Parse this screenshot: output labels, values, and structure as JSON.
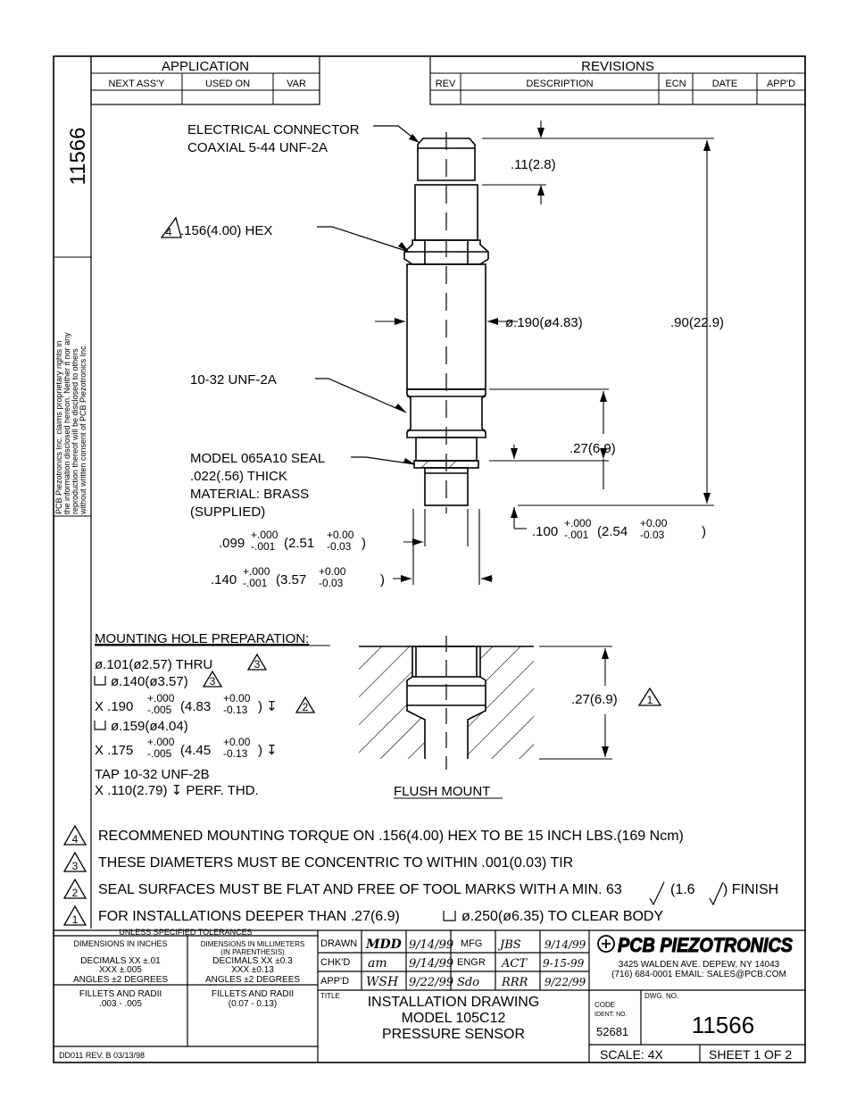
{
  "application": {
    "title": "APPLICATION",
    "columns": [
      "NEXT ASS'Y",
      "USED ON",
      "VAR"
    ]
  },
  "revisions": {
    "title": "REVISIONS",
    "columns": [
      "REV",
      "DESCRIPTION",
      "ECN",
      "DATE",
      "APP'D"
    ]
  },
  "side": {
    "dwg_number": "11566",
    "proprietary": [
      "PCB Piezotronics Inc. claims proprietary rights in",
      "the information disclosed hereon. Neither it nor any",
      "reproduction thereof will be disclosed to others",
      "without written consent of PCB Piezotronics Inc."
    ]
  },
  "callouts": {
    "connector_line1": "ELECTRICAL  CONNECTOR",
    "connector_line2": "COAXIAL  5-44  UNF-2A",
    "hex_flag": "4",
    "hex": ".156(4.00)  HEX",
    "thread": "10-32  UNF-2A",
    "seal_line1": "MODEL  065A10  SEAL",
    "seal_line2": ".022(.56)  THICK",
    "seal_line3": "MATERIAL:  BRASS",
    "seal_line4": "(SUPPLIED)"
  },
  "dims": {
    "connector_len": ".11(2.8)",
    "diameter": "ø.190(ø4.83)",
    "overall": ".90(22.9)",
    "thread_len": ".27(6.9)",
    "d099_main": ".099",
    "d099_tol_plus": "+.000",
    "d099_tol_minus": "-.001",
    "d099_mm": "(2.51",
    "d099_mm_plus": "+0.00",
    "d099_mm_minus": "-0.03",
    "d100_main": ".100",
    "d100_tol_plus": "+.000",
    "d100_tol_minus": "-.001",
    "d100_mm": "(2.54",
    "d100_mm_plus": "+0.00",
    "d100_mm_minus": "-0.03",
    "d140_main": ".140",
    "d140_tol_plus": "+.000",
    "d140_tol_minus": "-.001",
    "d140_mm": "(3.57",
    "d140_mm_plus": "+0.00",
    "d140_mm_minus": "-0.03",
    "close_paren": ")"
  },
  "mounting": {
    "title": "MOUNTING  HOLE  PREPARATION:",
    "line1": "ø.101(ø2.57)  THRU",
    "line2": "ø.140(ø3.57)",
    "line3_x": "X  .190",
    "line3_plus": "+.000",
    "line3_minus": "-.005",
    "line3_mm": "(4.83",
    "line3_mm_plus": "+0.00",
    "line3_mm_minus": "-0.13",
    "line3_end": ")  ↧",
    "line4": "ø.159(ø4.04)",
    "line5_x": "X  .175",
    "line5_plus": "+.000",
    "line5_minus": "-.005",
    "line5_mm": "(4.45",
    "line5_mm_plus": "+0.00",
    "line5_mm_minus": "-0.13",
    "line5_end": ")  ↧",
    "line6": "TAP  10-32  UNF-2B",
    "line7": "X  .110(2.79)  ↧  PERF.  THD.",
    "flag3": "3",
    "flag2": "2",
    "flush_label": "FLUSH  MOUNT",
    "flush_dim": ".27(6.9)",
    "flag1": "1"
  },
  "notes": [
    {
      "flag": "4",
      "text": "RECOMMENED  MOUNTING  TORQUE  ON  .156(4.00)  HEX  TO  BE  15  INCH  LBS.(169  Ncm)"
    },
    {
      "flag": "3",
      "text": "THESE  DIAMETERS  MUST  BE  CONCENTRIC  TO  WITHIN  .001(0.03)  TIR"
    },
    {
      "flag": "2",
      "text": "SEAL  SURFACES  MUST  BE  FLAT  AND  FREE  OF  TOOL  MARKS  WITH  A  MIN.  63",
      "extra": "(1.6",
      "end": ")  FINISH"
    },
    {
      "flag": "1",
      "text": "FOR  INSTALLATIONS  DEEPER  THAN  .27(6.9)",
      "extra": "ø.250(ø6.35)  TO  CLEAR  BODY"
    }
  ],
  "tolerances": {
    "heading": "UNLESS  SPECIFIED  TOLERANCES",
    "inch_head": "DIMENSIONS  IN  INCHES",
    "mm_head1": "DIMENSIONS  IN  MILLIMETERS",
    "mm_head2": "(IN  PARENTHESIS)",
    "inch_dec1": "DECIMALS   XX ±.01",
    "inch_dec2": "XXX ±.005",
    "inch_ang": "ANGLES ±2 DEGREES",
    "mm_dec1": "DECIMALS   XX ±0.3",
    "mm_dec2": "XXX ±0.13",
    "mm_ang": "ANGLES ±2 DEGREES",
    "inch_fillet1": "FILLETS  AND  RADII",
    "inch_fillet2": ".003  -  .005",
    "mm_fillet1": "FILLETS  AND  RADII",
    "mm_fillet2": "(0.07  -  0.13)",
    "form": "DD011  REV.  B  03/13/98"
  },
  "approvals": {
    "drawn_label": "DRAWN",
    "drawn_by": "MDD",
    "drawn_date": "9/14/99",
    "mfg_label": "MFG",
    "mfg_by": "JBS",
    "mfg_date": "9/14/99",
    "chkd_label": "CHK'D",
    "chkd_by": "am",
    "chkd_date": "9/14/99",
    "engr_label": "ENGR",
    "engr_by": "ACT",
    "engr_date": "9-15-99",
    "appd_label": "APP'D",
    "appd_by": "WSH",
    "appd_date": "9/22/99",
    "appd_by2": "Sdo",
    "appd_by3": "RRR",
    "appd_date3": "9/22/99"
  },
  "title_block": {
    "title_label": "TITLE",
    "title1": "INSTALLATION  DRAWING",
    "title2": "MODEL  105C12",
    "title3": "PRESSURE  SENSOR",
    "company": "PCB PIEZOTRONICS",
    "address1": "3425  WALDEN  AVE.  DEPEW,  NY  14043",
    "address2": "(716)  684-0001  EMAIL:  SALES@PCB.COM",
    "code_label1": "CODE",
    "code_label2": "IDENT.  NO.",
    "code": "52681",
    "dwg_label": "DWG.  NO.",
    "dwg_no": "11566",
    "scale": "SCALE:   4X",
    "sheet": "SHEET  1  OF  2"
  }
}
